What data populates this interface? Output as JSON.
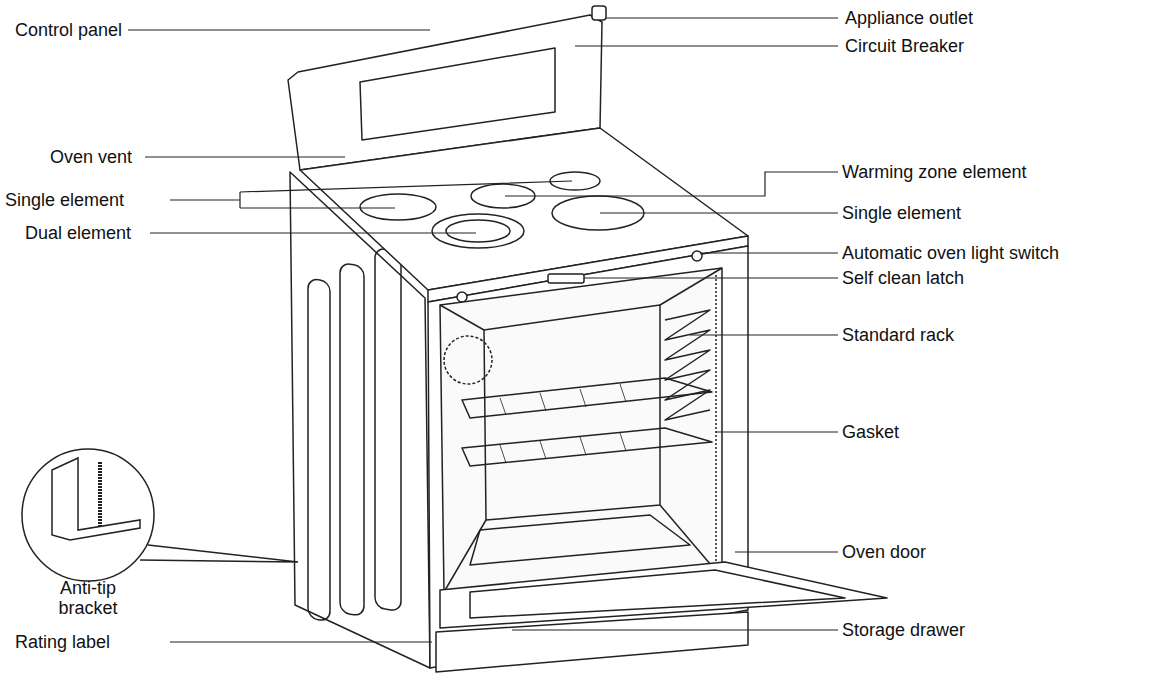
{
  "diagram": {
    "labels": [
      "Control panel",
      "Appliance outlet",
      "Circuit Breaker",
      "Oven vent",
      "Warming zone element",
      "Single element",
      "Single element",
      "Dual element",
      "Automatic oven light switch",
      "Self clean latch",
      "Standard rack",
      "Gasket",
      "Anti-tip bracket",
      "Oven door",
      "Rating label",
      "Storage drawer"
    ]
  }
}
